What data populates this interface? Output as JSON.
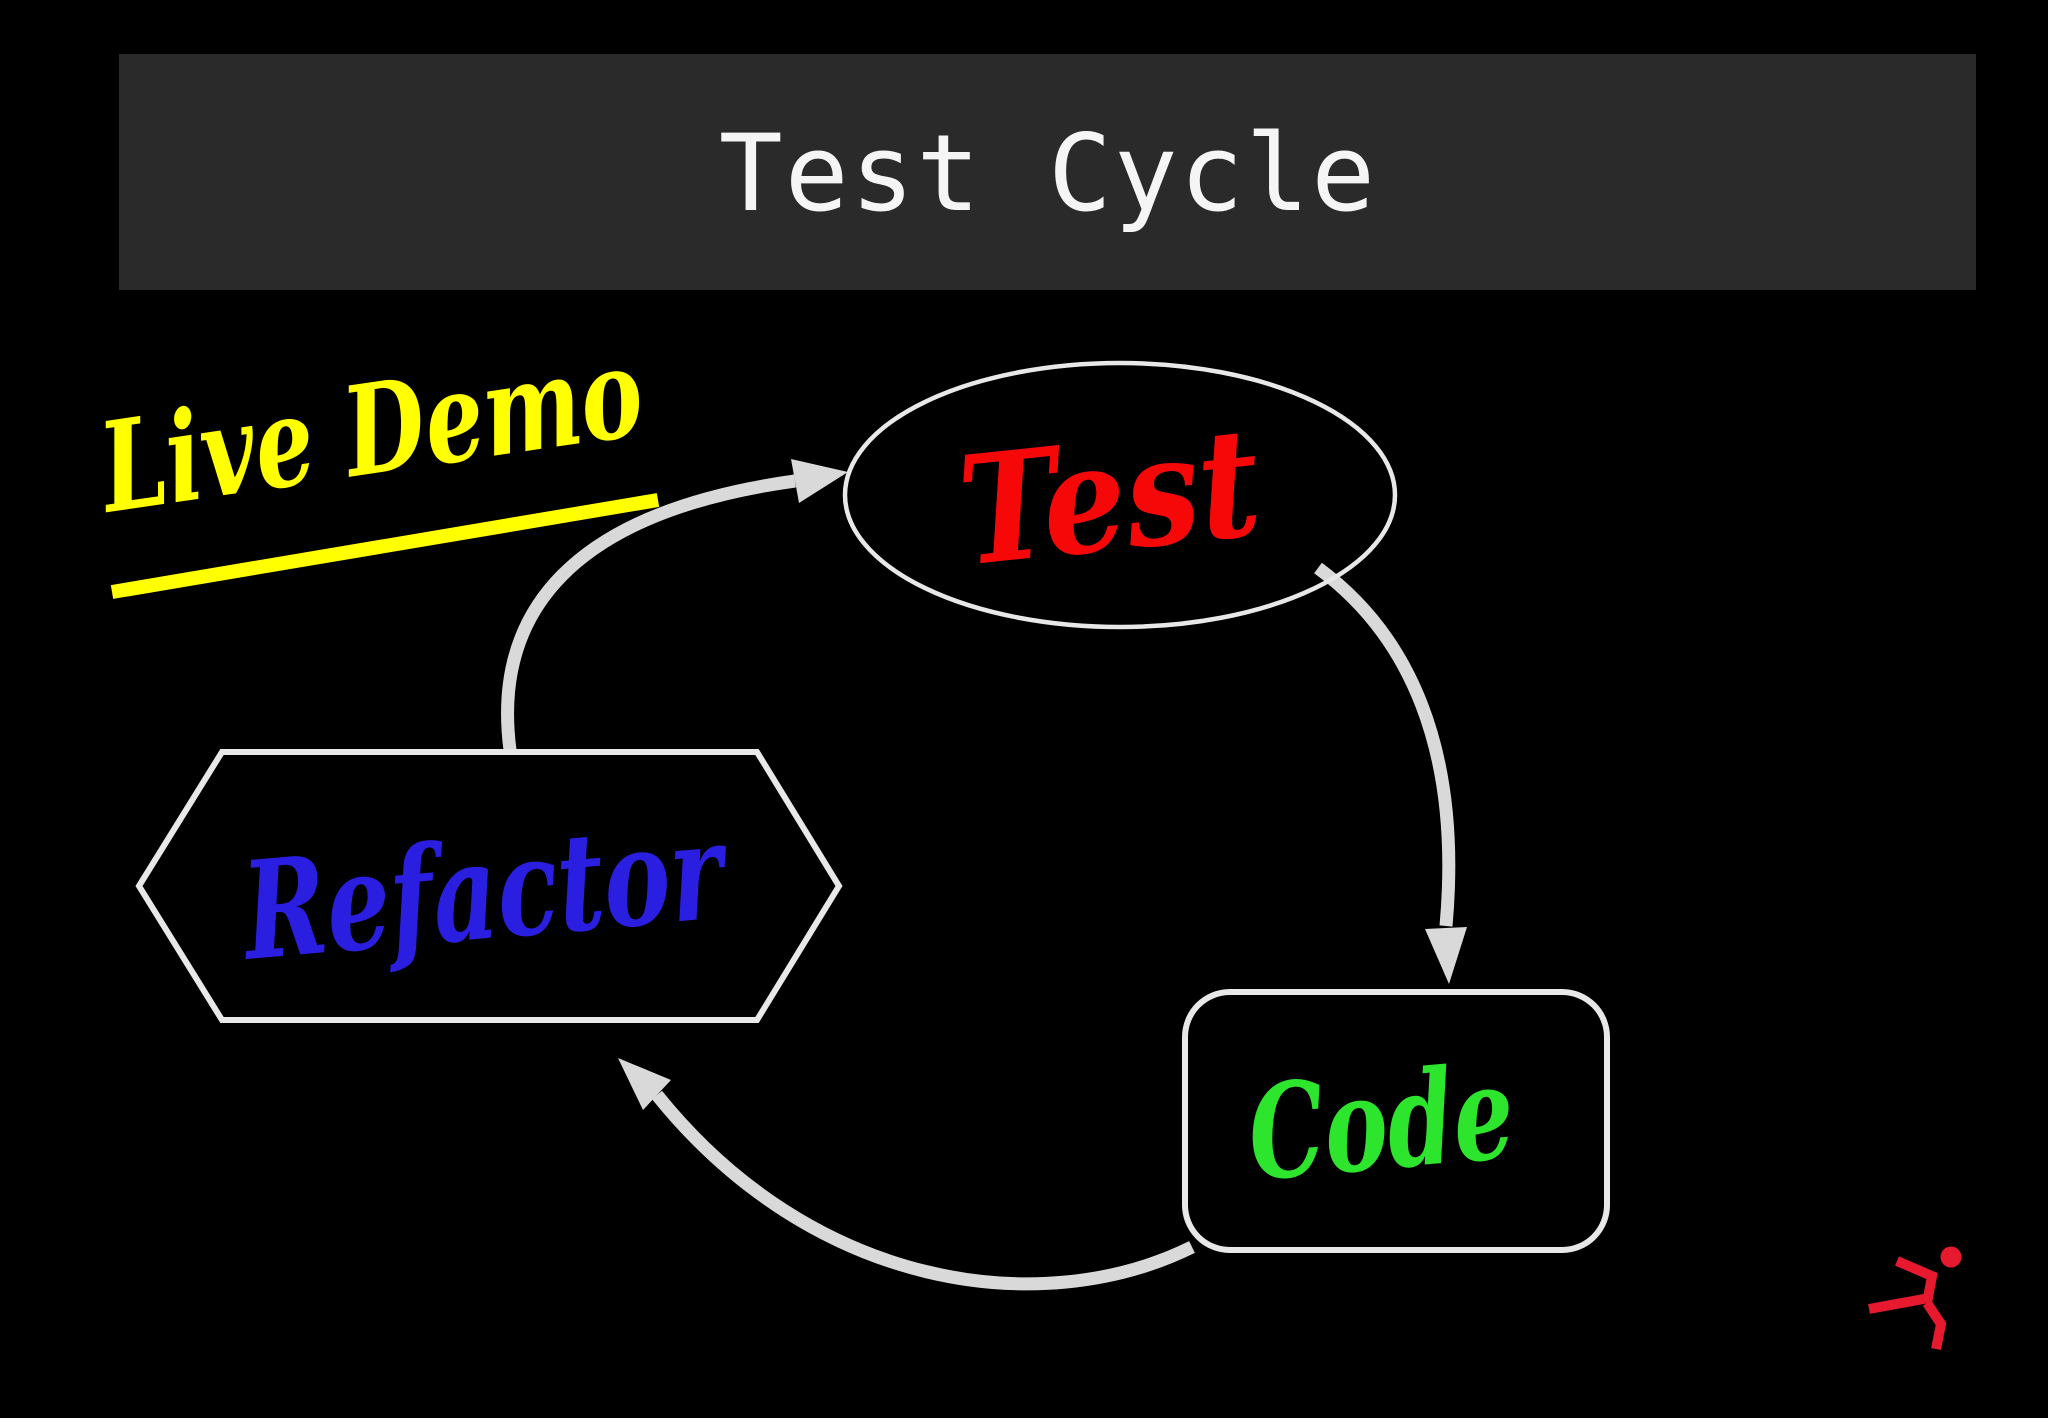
{
  "slide": {
    "background": "#000000",
    "title_bar": {
      "label": "Test Cycle",
      "background": "#2a2a2a",
      "text_color": "#f5f5f5"
    },
    "annotation": {
      "label": "Live Demo",
      "color": "#ffff00"
    },
    "diagram": {
      "stroke_color": "#e8e8e8",
      "arrow_color": "#d9d9d9",
      "nodes": [
        {
          "id": "test",
          "label": "Test",
          "shape": "ellipse",
          "text_color": "#f70808"
        },
        {
          "id": "code",
          "label": "Code",
          "shape": "rounded-rectangle",
          "text_color": "#2ee52e"
        },
        {
          "id": "refactor",
          "label": "Refactor",
          "shape": "hexagon",
          "text_color": "#2a1fe0"
        }
      ],
      "edges": [
        {
          "from": "test",
          "to": "code"
        },
        {
          "from": "code",
          "to": "refactor"
        },
        {
          "from": "refactor",
          "to": "test"
        }
      ]
    },
    "logo": {
      "icon": "running-person-icon",
      "color": "#e6192e"
    }
  }
}
